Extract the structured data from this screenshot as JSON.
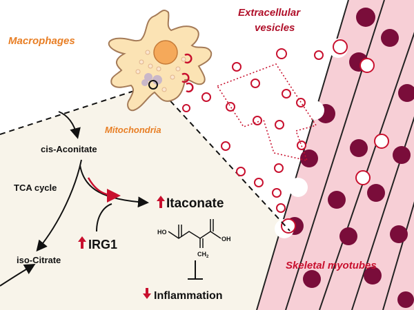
{
  "labels": {
    "macrophages": "Macrophages",
    "extracellular_vesicles_line1": "Extracellular",
    "extracellular_vesicles_line2": "vesicles",
    "mitochondria": "Mitochondria",
    "cis_aconitate": "cis-Aconitate",
    "tca_cycle": "TCA cycle",
    "itaconate": "Itaconate",
    "irg1": "IRG1",
    "iso_citrate": "iso-Citrate",
    "inflammation": "Inflammation",
    "skeletal_myotubes": "Skeletal myotubes"
  },
  "structure": {
    "ho_left": "HO",
    "ho_right": "OH",
    "ch2": "CH",
    "ch2_sub": "2"
  },
  "colors": {
    "orange_label": "#e87e24",
    "red_accent": "#c8102e",
    "dark_red": "#b0102a",
    "cell_fill": "#fbe3b4",
    "cell_stroke": "#a47a57",
    "nucleus": "#f5a95a",
    "myotube_fill": "#f7cfd6",
    "myotube_nucleus": "#7a0d3a",
    "panel_fill": "#f8f4ea"
  }
}
